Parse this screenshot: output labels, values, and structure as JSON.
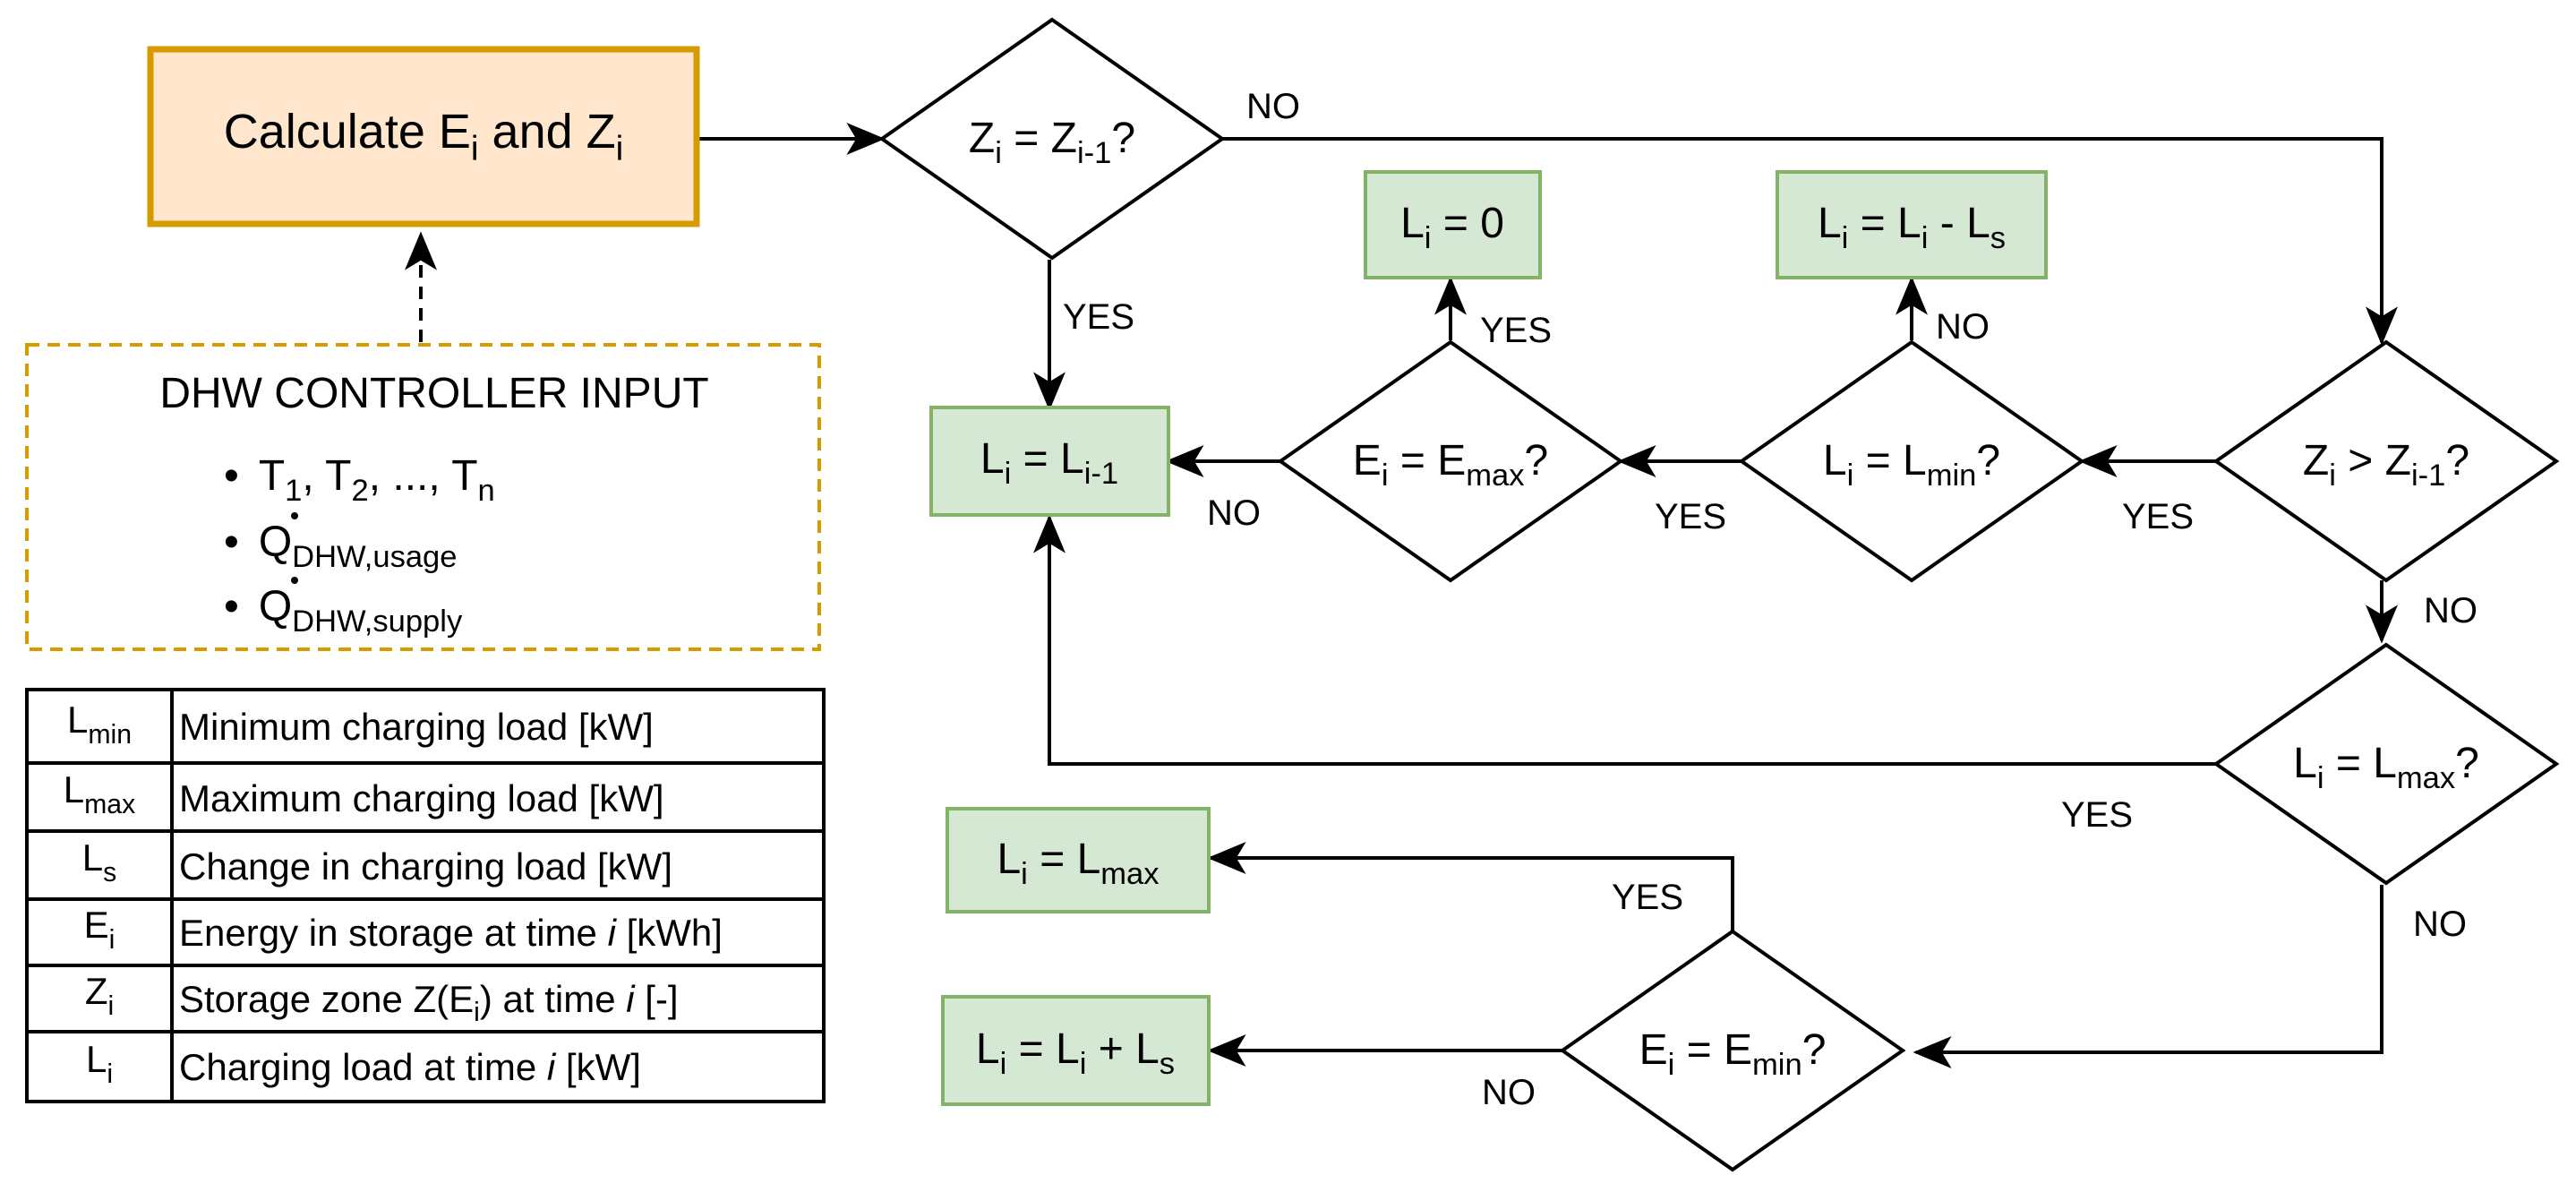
{
  "colors": {
    "start_fill": "#ffe6cc",
    "start_stroke": "#d79b00",
    "input_stroke": "#d79b00",
    "result_fill": "#d5e8d4",
    "result_stroke": "#82b366",
    "line": "#000000"
  },
  "start_box": {
    "pre": "Calculate E",
    "sub1": "i",
    "mid": " and Z",
    "sub2": "i"
  },
  "input_box": {
    "title": "DHW CONTROLLER INPUT",
    "items": [
      {
        "bullet": "•",
        "t1": "T",
        "t1s": "1",
        "sep1": ", T",
        "t2s": "2",
        "sep2": ", ..., T",
        "tns": "n"
      },
      {
        "bullet": "•",
        "q": "Q",
        "qs": "DHW,usage"
      },
      {
        "bullet": "•",
        "q": "Q",
        "qs": "DHW,supply"
      }
    ]
  },
  "legend": [
    {
      "sym": "L",
      "sub": "min",
      "desc": "Minimum charging load [kW]"
    },
    {
      "sym": "L",
      "sub": "max",
      "desc": "Maximum charging load [kW]"
    },
    {
      "sym": "L",
      "sub": "s",
      "desc": "Change in charging load [kW]"
    },
    {
      "sym": "E",
      "sub": "i",
      "desc_pre": "Energy in storage at time ",
      "desc_var": "i",
      "desc_post": " [kWh]"
    },
    {
      "sym": "Z",
      "sub": "i",
      "desc_pre": "Storage zone Z(E",
      "desc_sub": "i",
      "desc_mid": ") at time ",
      "desc_var": "i",
      "desc_post": "  [-]"
    },
    {
      "sym": "L",
      "sub": "i",
      "desc_pre": "Charging load at time ",
      "desc_var": "i",
      "desc_post": " [kW]"
    }
  ],
  "decisions": {
    "d1": {
      "a": "Z",
      "as": "i",
      "eq": " = Z",
      "bs": "i-1",
      "q": "?"
    },
    "d2": {
      "a": "Z",
      "as": "i",
      "eq": " > Z",
      "bs": "i-1",
      "q": "?"
    },
    "d3": {
      "a": "L",
      "as": "i",
      "eq": " = L",
      "bs": "min",
      "q": "?"
    },
    "d4": {
      "a": "E",
      "as": "i",
      "eq": " = E",
      "bs": "max",
      "q": "?"
    },
    "d5": {
      "a": "L",
      "as": "i",
      "eq": " = L",
      "bs": "max",
      "q": "?"
    },
    "d6": {
      "a": "E",
      "as": "i",
      "eq": " = E",
      "bs": "min",
      "q": "?"
    }
  },
  "results": {
    "r1": {
      "a": "L",
      "as": "i",
      "eq": " = L",
      "bs": "i-1"
    },
    "r2": {
      "a": "L",
      "as": "i",
      "eq": " = 0"
    },
    "r3": {
      "a": "L",
      "as": "i",
      "eq": " = L",
      "bs": "i",
      "eq2": " - L",
      "cs": "s"
    },
    "r4": {
      "a": "L",
      "as": "i",
      "eq": " = L",
      "bs": "max"
    },
    "r5": {
      "a": "L",
      "as": "i",
      "eq": " = L",
      "bs": "i",
      "eq2": " + L",
      "cs": "s"
    }
  },
  "edge_labels": {
    "d1_no": "NO",
    "d1_yes": "YES",
    "d2_yes": "YES",
    "d2_no": "NO",
    "d3_yes": "YES",
    "d3_no": "NO",
    "d4_yes": "YES",
    "d4_no": "NO",
    "d5_yes": "YES",
    "d5_no": "NO",
    "d6_yes": "YES",
    "d6_no": "NO"
  }
}
